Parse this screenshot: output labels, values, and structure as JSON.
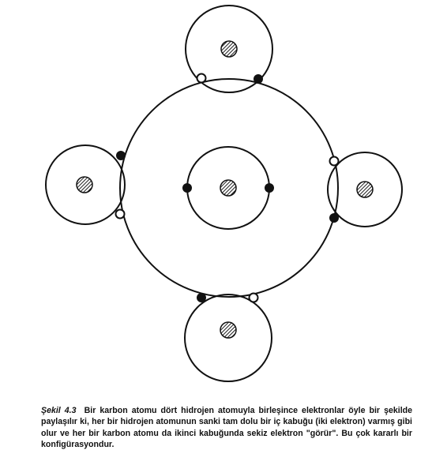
{
  "colors": {
    "stroke": "#111111",
    "background": "#ffffff",
    "electron_shared_filled": "#111111",
    "electron_open": "#ffffff"
  },
  "diagram": {
    "central_atom": "carbon",
    "outer_atoms": [
      "hydrogen-top",
      "hydrogen-left",
      "hydrogen-right",
      "hydrogen-bottom"
    ],
    "inner_shell_electrons": 2,
    "outer_shell_electrons_seen": 8,
    "icons": {
      "nucleus": "hatched-circle-icon",
      "electron_filled": "filled-dot-icon",
      "electron_open": "open-dot-icon"
    }
  },
  "caption": {
    "label": "Şekil 4.3",
    "text": "Bir karbon atomu dört hidrojen atomuyla birleşince elektronlar öyle bir şekilde paylaşılır ki, her bir hidrojen atomunun sanki tam dolu bir iç kabuğu (iki elektron) varmış gibi olur ve her bir karbon atomu da ikinci kabuğunda sekiz elektron \"görür\". Bu çok kararlı bir konfigürasyondur."
  }
}
